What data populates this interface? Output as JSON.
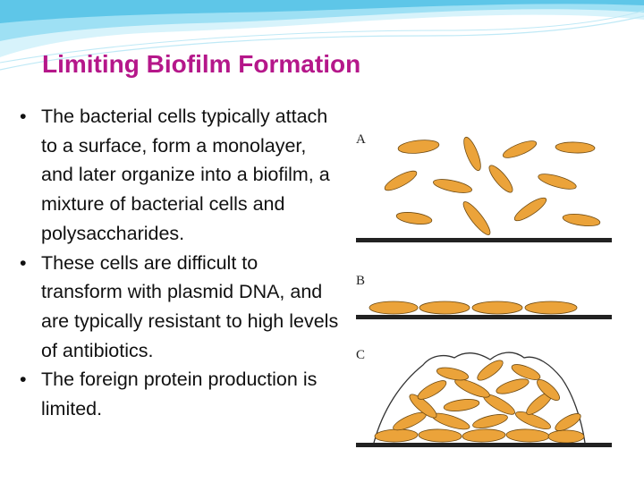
{
  "slide": {
    "title": "Limiting Biofilm Formation",
    "bullet_symbol": "•",
    "bullets": [
      "The bacterial cells typically attach to a surface, form a monolayer, and later organize into a biofilm, a mixture of bacterial cells and polysaccharides.",
      "These cells are difficult to transform with plasmid DNA, and are typically resistant to high levels of antibiotics.",
      "The foreign protein production is limited."
    ]
  },
  "figure": {
    "panel_labels": [
      "A",
      "B",
      "C"
    ],
    "cell_color": "#eba33a",
    "cell_outline_color": "#6e4a12",
    "surface_color": "#222222"
  },
  "theme": {
    "title_color": "#b5178a",
    "header_colors": [
      "#5ec6e8",
      "#9ee0f4",
      "#d7f3fb"
    ]
  }
}
